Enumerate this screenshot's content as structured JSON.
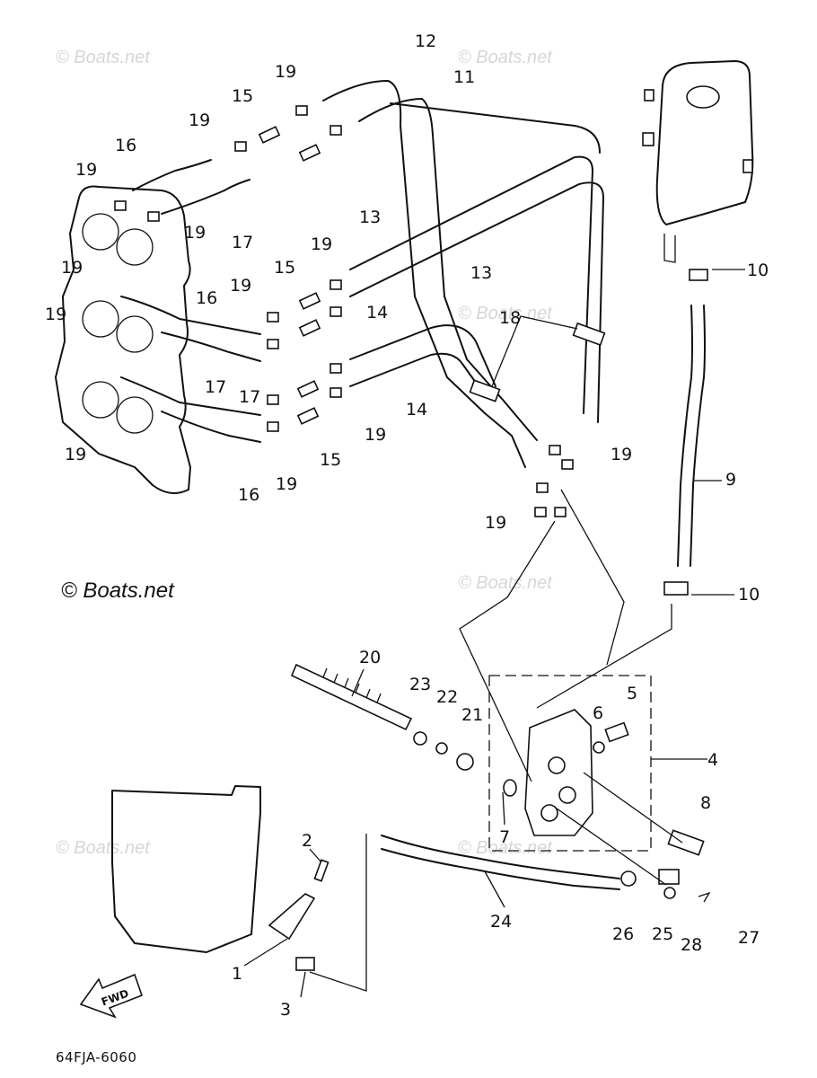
{
  "watermark_text": "© Boats.net",
  "credit_text": "© Boats.net",
  "diagram_code": "64FJA-6060",
  "fwd_label": "FWD",
  "callouts": [
    {
      "id": "c1",
      "text": "1"
    },
    {
      "id": "c2",
      "text": "2"
    },
    {
      "id": "c3",
      "text": "3"
    },
    {
      "id": "c4",
      "text": "4"
    },
    {
      "id": "c5",
      "text": "5"
    },
    {
      "id": "c6",
      "text": "6"
    },
    {
      "id": "c7",
      "text": "7"
    },
    {
      "id": "c8",
      "text": "8"
    },
    {
      "id": "c9",
      "text": "9"
    },
    {
      "id": "c10",
      "text": "10"
    },
    {
      "id": "c11",
      "text": "11"
    },
    {
      "id": "c12",
      "text": "12"
    },
    {
      "id": "c13",
      "text": "13"
    },
    {
      "id": "c14",
      "text": "14"
    },
    {
      "id": "c15",
      "text": "15"
    },
    {
      "id": "c16",
      "text": "16"
    },
    {
      "id": "c17",
      "text": "17"
    },
    {
      "id": "c18",
      "text": "18"
    },
    {
      "id": "c19",
      "text": "19"
    },
    {
      "id": "c20",
      "text": "20"
    },
    {
      "id": "c21",
      "text": "21"
    },
    {
      "id": "c22",
      "text": "22"
    },
    {
      "id": "c23",
      "text": "23"
    },
    {
      "id": "c24",
      "text": "24"
    },
    {
      "id": "c25",
      "text": "25"
    },
    {
      "id": "c26",
      "text": "26"
    },
    {
      "id": "c27",
      "text": "27"
    },
    {
      "id": "c28",
      "text": "28"
    }
  ]
}
